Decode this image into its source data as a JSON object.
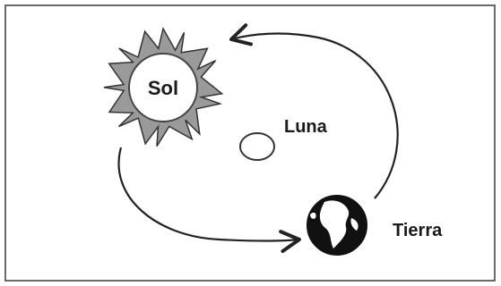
{
  "diagram": {
    "labels": {
      "sun": "Sol",
      "moon": "Luna",
      "earth": "Tierra"
    },
    "icons": {
      "sun": "sun-icon",
      "moon": "moon-icon",
      "earth": "earth-globe-icon"
    },
    "colors": {
      "line": "#222222",
      "sun_fill": "#9a9a9a",
      "sun_core": "#ffffff",
      "earth_fill": "#111111",
      "background": "#ffffff"
    }
  }
}
